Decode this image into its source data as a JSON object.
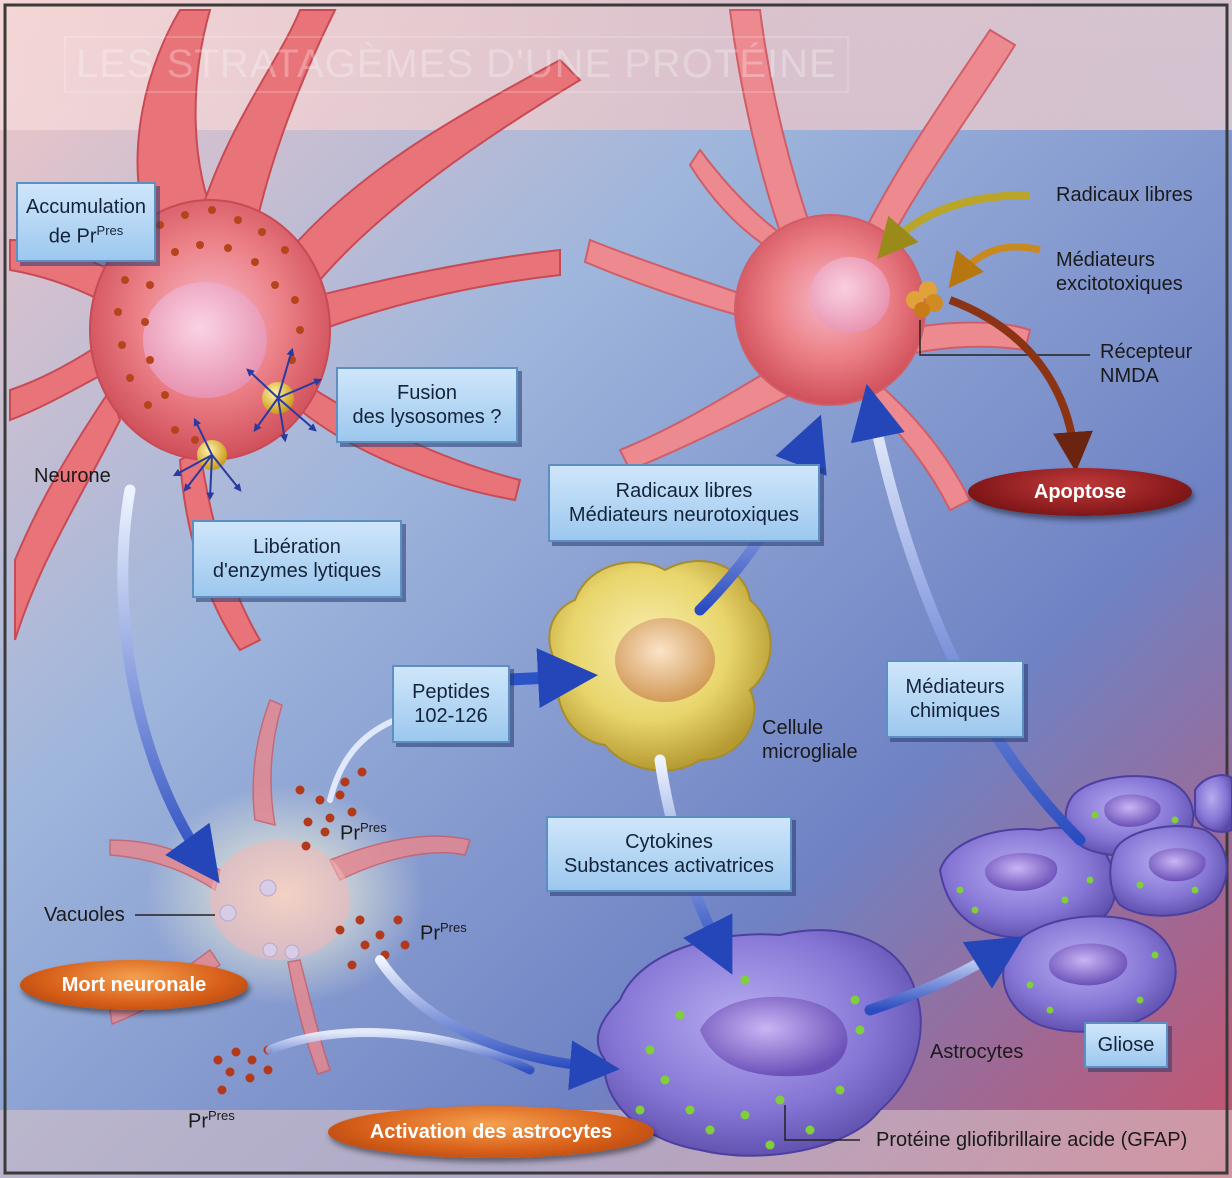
{
  "title": "LES STRATAGÈMES D'UNE PROTÉINE",
  "labels": {
    "accumulation_line1": "Accumulation",
    "accumulation_line2": "de Pr",
    "accumulation_sup": "Pres",
    "neurone": "Neurone",
    "fusion_line1": "Fusion",
    "fusion_line2": "des lysosomes ?",
    "liberation_line1": "Libération",
    "liberation_line2": "d'enzymes lytiques",
    "radicaux_box_line1": "Radicaux libres",
    "radicaux_box_line2": "Médiateurs neurotoxiques",
    "radicaux_libres": "Radicaux libres",
    "mediateurs_excito_line1": "Médiateurs",
    "mediateurs_excito_line2": "excitotoxiques",
    "recepteur_line1": "Récepteur",
    "recepteur_line2": "NMDA",
    "apoptose": "Apoptose",
    "peptides_line1": "Peptides",
    "peptides_line2": "102-126",
    "cellule_line1": "Cellule",
    "cellule_line2": "microgliale",
    "mediateurs_chim_line1": "Médiateurs",
    "mediateurs_chim_line2": "chimiques",
    "prpres_base": "Pr",
    "prpres_sup": "Pres",
    "cytokines_line1": "Cytokines",
    "cytokines_line2": "Substances activatrices",
    "vacuoles": "Vacuoles",
    "mort_neuronale": "Mort neuronale",
    "activation": "Activation des astrocytes",
    "astrocytes": "Astrocytes",
    "gliose": "Gliose",
    "gfap": "Protéine gliofibrillaire acide (GFAP)"
  },
  "colors": {
    "neuron_pink": "#e8747a",
    "neuron_dark": "#c84a55",
    "astro_purple": "#8a7ad8",
    "microglia_yellow": "#e6d267",
    "arrow_blue": "#2c52c8",
    "oval_orange": "#d8601a",
    "oval_red": "#8a1b1d"
  }
}
